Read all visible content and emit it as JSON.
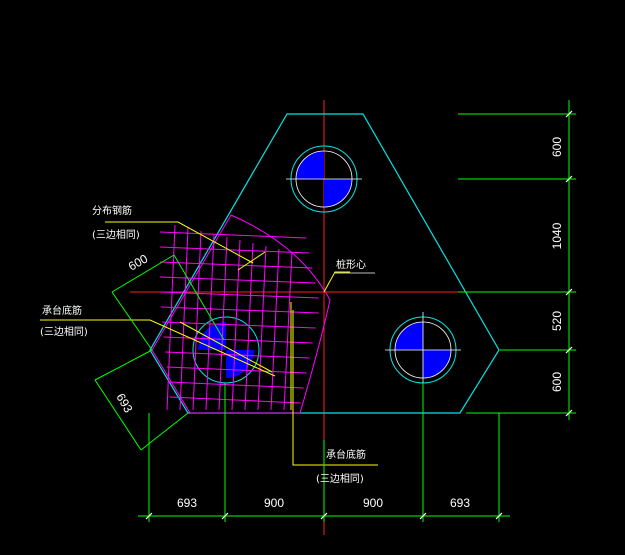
{
  "drawing": {
    "dimensions": {
      "bottom": [
        "693",
        "900",
        "900",
        "693"
      ],
      "right": [
        "600",
        "1040",
        "520",
        "600"
      ],
      "left_upper": "600",
      "left_lower": "693"
    },
    "labels": {
      "distribution_bar": "分布钢筋",
      "distribution_bar_note": "(三边相同)",
      "cap_bottom_bar_left": "承台底筋",
      "cap_bottom_bar_left_note": "(三边相同)",
      "cap_bottom_bar_bottom": "承台底筋",
      "cap_bottom_bar_bottom_note": "(三边相同)",
      "pile_center": "桩形心"
    },
    "colors": {
      "background": "#000000",
      "outline": "#00e5e5",
      "dimension": "#00ff00",
      "axis": "#ff2020",
      "rebar": "#ff00ff",
      "leader": "#ffff00",
      "pile_fill": "#0000ff"
    }
  }
}
